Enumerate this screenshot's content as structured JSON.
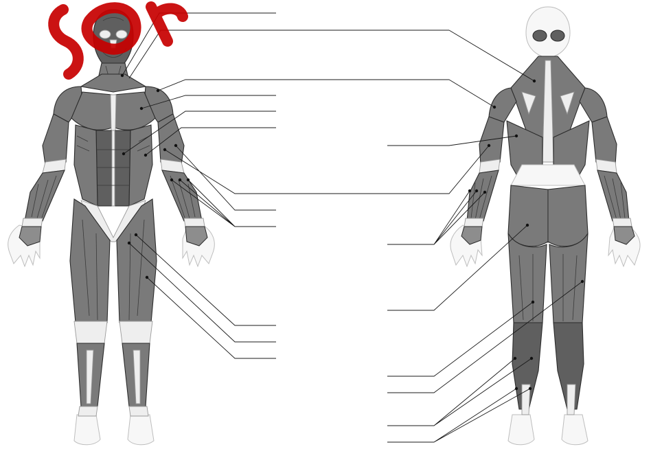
{
  "figure": {
    "type": "muscle-anatomy-labeling-worksheet",
    "views": [
      "anterior",
      "posterior"
    ],
    "colors": {
      "muscle": "#7a7a7a",
      "tendon": "#eeeeee",
      "outline": "#2b2b2b",
      "leader": "#1a1a1a",
      "watermark": "#c70000"
    },
    "label_blanks": {
      "anterior_count": 11,
      "posterior_count": 8
    },
    "labels_text": []
  }
}
